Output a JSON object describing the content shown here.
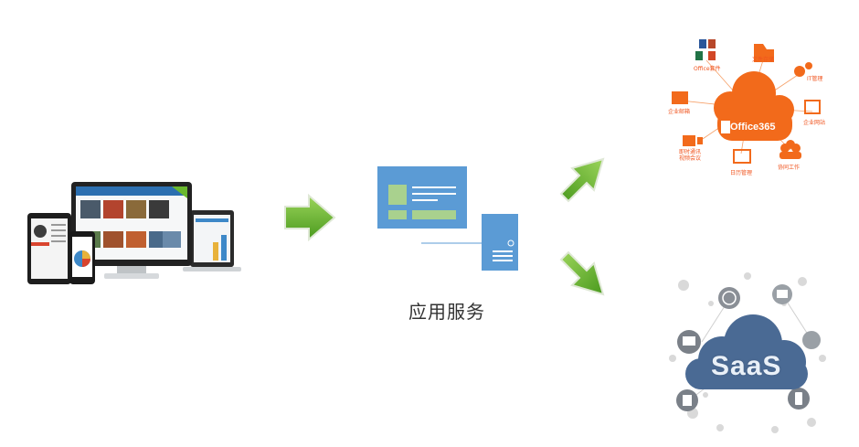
{
  "service": {
    "label": "应用服务"
  },
  "office": {
    "center": "Office365",
    "items": {
      "office_suite": "Office套件",
      "file_storage": "文件存储",
      "it_mgmt": "IT管理",
      "enterprise_mail": "企业邮箱",
      "enterprise_site": "企业网站",
      "video_meeting": "即时通讯\n视频会议",
      "calendar": "日历管理",
      "collab": "协同工作"
    }
  },
  "saas": {
    "label": "SaaS"
  },
  "colors": {
    "accent_orange": "#f26a1b",
    "arrow_green": "#6ab82e",
    "service_blue": "#5b9bd5",
    "saas_cloud": "#4a6a94"
  }
}
